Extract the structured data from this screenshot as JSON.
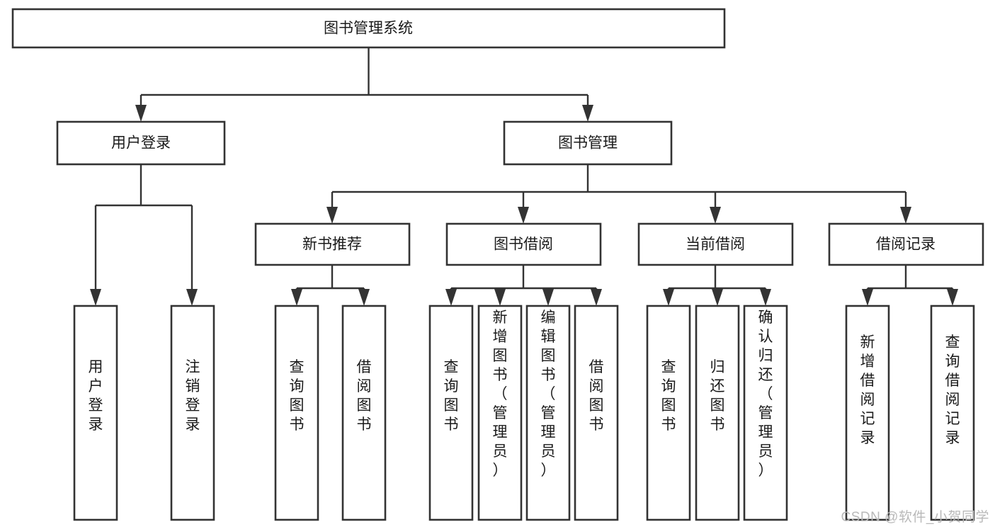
{
  "diagram": {
    "type": "tree-hierarchy",
    "title": "图书管理系统",
    "orientation": "top-down",
    "colors": {
      "box_fill": "#ffffff",
      "box_stroke": "#333333",
      "text": "#1a1a1a",
      "background": "#ffffff",
      "watermark": "#b9b9b9"
    },
    "root": {
      "id": "root",
      "label": "图书管理系统",
      "level": 0
    },
    "level2": [
      {
        "id": "user-login",
        "label": "用户登录",
        "level": 1
      },
      {
        "id": "book-manage",
        "label": "图书管理",
        "level": 1
      }
    ],
    "level3": [
      {
        "id": "new-book-recommend",
        "label": "新书推荐",
        "level": 2,
        "parent": "book-manage"
      },
      {
        "id": "book-borrow",
        "label": "图书借阅",
        "level": 2,
        "parent": "book-manage"
      },
      {
        "id": "current-borrow",
        "label": "当前借阅",
        "level": 2,
        "parent": "book-manage"
      },
      {
        "id": "borrow-record",
        "label": "借阅记录",
        "level": 2,
        "parent": "book-manage"
      }
    ],
    "leaves": [
      {
        "id": "leaf-user-login",
        "label": "用户登录",
        "parent": "user-login"
      },
      {
        "id": "leaf-logout-login",
        "label": "注销登录",
        "parent": "user-login"
      },
      {
        "id": "leaf-query-book-1",
        "label": "查询图书",
        "parent": "new-book-recommend"
      },
      {
        "id": "leaf-borrow-book-1",
        "label": "借阅图书",
        "parent": "new-book-recommend"
      },
      {
        "id": "leaf-query-book-2",
        "label": "查询图书",
        "parent": "book-borrow"
      },
      {
        "id": "leaf-add-book",
        "label": "新增图书（管理员）",
        "parent": "book-borrow"
      },
      {
        "id": "leaf-edit-book",
        "label": "编辑图书（管理员）",
        "parent": "book-borrow"
      },
      {
        "id": "leaf-borrow-book-2",
        "label": "借阅图书",
        "parent": "book-borrow"
      },
      {
        "id": "leaf-query-book-3",
        "label": "查询图书",
        "parent": "current-borrow"
      },
      {
        "id": "leaf-return-book",
        "label": "归还图书",
        "parent": "current-borrow"
      },
      {
        "id": "leaf-confirm-return",
        "label": "确认归还（管理员）",
        "parent": "current-borrow"
      },
      {
        "id": "leaf-add-record",
        "label": "新增借阅记录",
        "parent": "borrow-record"
      },
      {
        "id": "leaf-query-record",
        "label": "查询借阅记录",
        "parent": "borrow-record"
      }
    ],
    "watermark": "CSDN @软件_小贺同学"
  }
}
